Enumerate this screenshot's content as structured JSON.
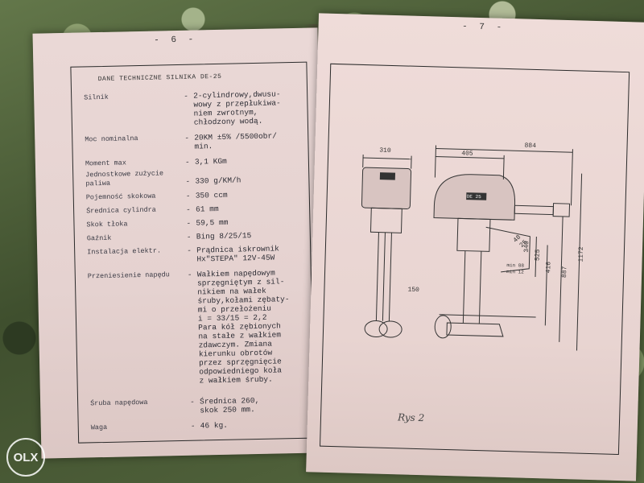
{
  "left_page": {
    "page_number": "- 6 -",
    "title": "DANE TECHNICZNE SILNIKA DE-25",
    "specs": [
      {
        "label": "Silnik",
        "value": "2-cylindrowy,dwusu-\nwowy z przepłukiwa-\nniem zwrotnym,\nchłodzony wodą."
      },
      {
        "label": "Moc nominalna",
        "value": "20KM ±5% /5500obr/\nmin."
      },
      {
        "label": "Moment max",
        "value": "3,1 KGm"
      },
      {
        "label": "Jednostkowe zużycie paliwa",
        "value": "330 g/KM/h"
      },
      {
        "label": "Pojemność skokowa",
        "value": "350 ccm"
      },
      {
        "label": "Średnica cylindra",
        "value": "61 mm"
      },
      {
        "label": "Skok tłoka",
        "value": "59,5 mm"
      },
      {
        "label": "Gaźnik",
        "value": "Bing 8/25/15"
      },
      {
        "label": "Instalacja elektr.",
        "value": "Prądnica iskrownik\nHx\"STEPA\" 12V-45W"
      },
      {
        "label": "Przeniesienie napędu",
        "value": "Wałkiem napędowym\nsprzęgniętym z sil-\nnikiem na wałek\nśruby,kołami zębaty-\nmi o przełożeniu\ni = 33/15 = 2,2\nPara kół zębionych\nna stałe z wałkiem\nzdawczym. Zmiana\nkierunku obrotów\nprzez sprzęgnięcie\nodpowiedniego koła\nz wałkiem śruby."
      },
      {
        "label": "Śruba napędowa",
        "value": "Średnica 260,\nskok 250 mm."
      },
      {
        "label": "Waga",
        "value": "46 kg."
      }
    ]
  },
  "right_page": {
    "page_number": "- 7 -",
    "caption": "Rys 2",
    "dimensions": {
      "front_width": "310",
      "side_top": "405",
      "overall": "884",
      "d150": "150",
      "v1172": "1172",
      "v887": "887",
      "v416": "416",
      "v525": "525",
      "v340": "340",
      "m88": "min 88",
      "m12": "min 12",
      "d48": "48",
      "d25": "25"
    },
    "motor_label": "DE 25"
  },
  "watermark": "OLX"
}
